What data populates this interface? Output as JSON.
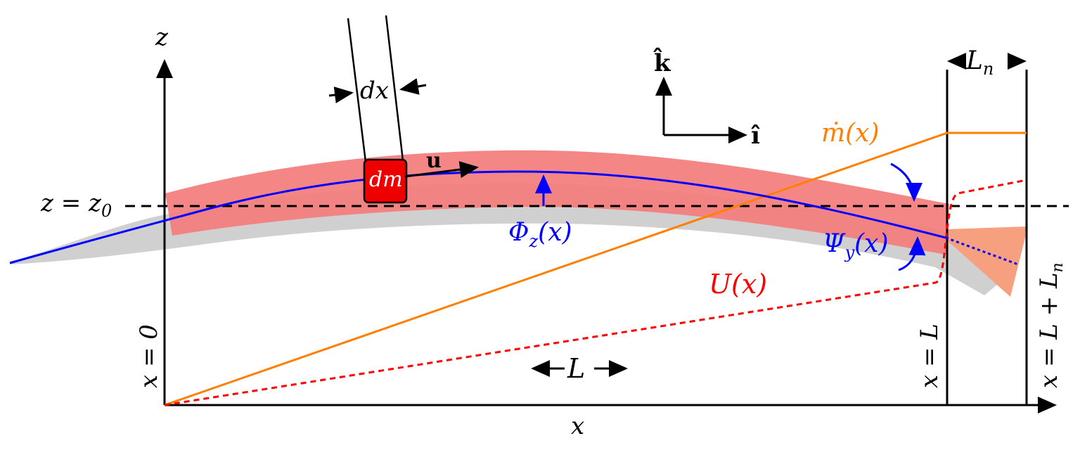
{
  "colors": {
    "axis": "#000000",
    "centerline": "#0000ff",
    "body_fill": "#f47c7c",
    "mass_flow": "#ff8000",
    "velocity": "#ff0000",
    "element": "#ee0000",
    "nozzle": "#f7a07f",
    "shadow": "#a9a9a9"
  },
  "icons": {
    "body": "red-curved-beam",
    "element": "red-square",
    "nozzle": "orange-trapezoid",
    "worm": "gray-worm-shadow"
  },
  "labels": {
    "z_axis": "z",
    "x_axis": "x",
    "k_hat": "k̂",
    "i_hat": "î",
    "u_vec": "u",
    "dx": "dx",
    "dm": "dm",
    "z_eq_z0": "z = z",
    "z0_sub": "0",
    "phi_main": "Φ",
    "phi_sub": "z",
    "phi_arg": "(x)",
    "psi_main": "Ψ",
    "psi_sub": "y",
    "psi_arg": "(x)",
    "mdot": "ṁ(x)",
    "U": "U(x)",
    "L": "L",
    "Ln_main": "L",
    "Ln_sub": "n",
    "x_eq_0": "x = 0",
    "x_eq_L": "x = L",
    "x_eq_L_Ln": "x = L + L",
    "x_eq_L_Ln_sub": "n"
  }
}
